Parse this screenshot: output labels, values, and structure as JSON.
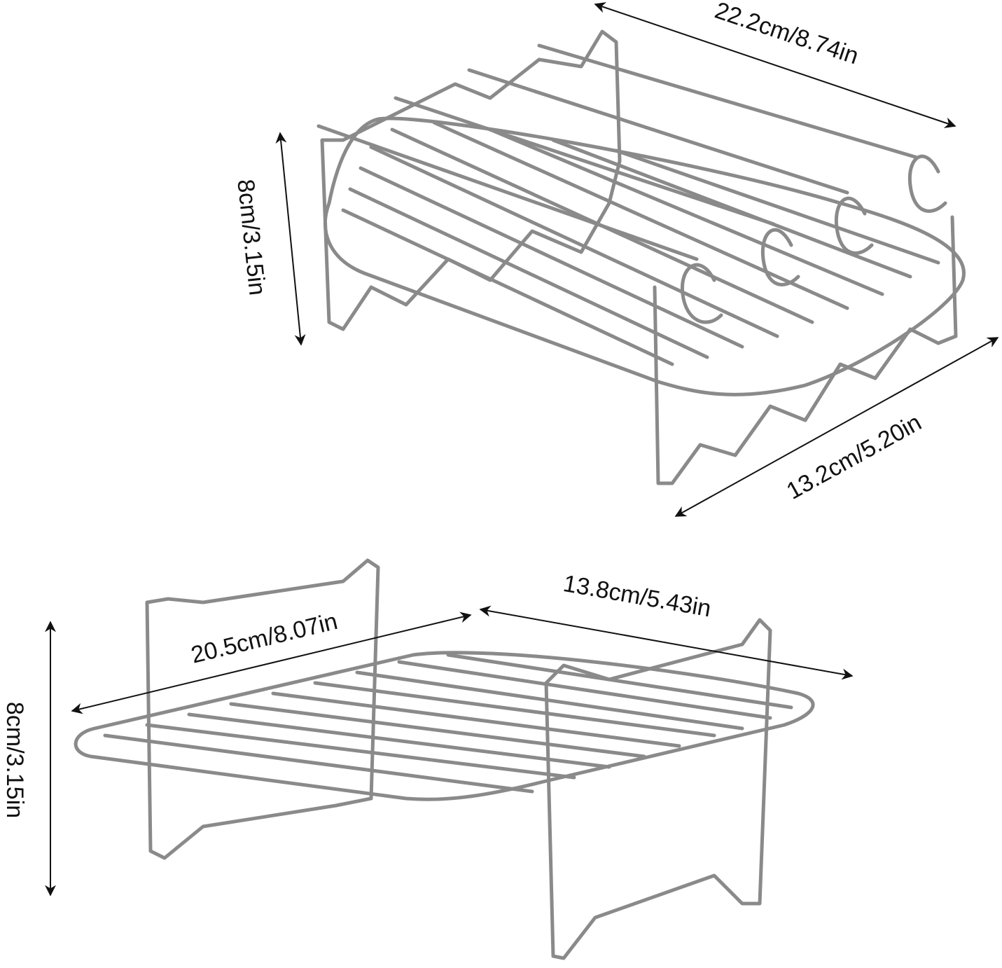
{
  "top_rack": {
    "length_label": "22.2cm/8.74in",
    "height_label": "8cm/3.15in",
    "width_label": "13.2cm/5.20in"
  },
  "bottom_rack": {
    "length_label": "20.5cm/8.07in",
    "width_label": "13.8cm/5.43in",
    "height_label": "8cm/3.15in"
  },
  "colors": {
    "wire": "#8a8a8a",
    "text": "#111111"
  }
}
